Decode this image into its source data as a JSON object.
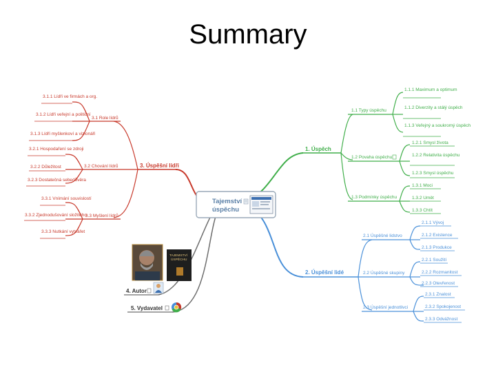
{
  "slide": {
    "title": "Summary"
  },
  "center": {
    "line1": "Tajemství",
    "line2": "úspěchu"
  },
  "colors": {
    "green": "#3fae49",
    "blue": "#4a90d9",
    "red": "#c8392b",
    "gray": "#6d6d6d",
    "center_border": "#9aa9b8"
  },
  "nodes": {
    "success": "1. Úspěch",
    "types": "1.1 Typy úspěchu",
    "maximum": "1.1.1 Maximum a optimum",
    "diversity": "1.1.2 Diverzity a stálý úspěch",
    "public": "1.1.3 Veřejný a soukromý úspěch",
    "nature": "1.2 Povaha úspěchu",
    "essence": "1.2.1 Smysl života",
    "relativity": "1.2.2 Relativita úspěchu",
    "meaning": "1.2.3 Smysl úspěchu",
    "conditions": "1.3 Podmínky úspěchu",
    "power": "1.3.1 Moci",
    "skill": "1.3.2 Umět",
    "want": "1.3.3 Chtít",
    "people": "2. Úspěšní lidé",
    "society": "2.1 Úspěšné lidstvo",
    "growth": "2.1.1 Vývoj",
    "existence": "2.1.2 Existence",
    "production": "2.1.3 Produkce",
    "groups": "2.2 Úspěšné skupiny",
    "cohesion": "2.2.1 Soužití",
    "diversity2": "2.2.2 Rozmanitost",
    "openness": "2.2.3 Otevřenost",
    "individuals": "2.3 Úspěšní jednotlivci",
    "knowledge": "2.3.1 Znalost",
    "satisfaction": "2.3.2 Spokojenost",
    "responsibility": "2.3.3 Odvážnost",
    "leaders": "3. Úspěšní lídři",
    "role": "3.1 Role lídrů",
    "firm": "3.1.1 Lídři ve firmách a org.",
    "publicsphere": "3.1.2 Lídři veřejní a političní",
    "visionary": "3.1.3 Lídři myšlenkoví a vizionáři",
    "behavior": "3.2 Chování lídrů",
    "economy": "3.2.1 Hospodaření se zdroji",
    "trust": "3.2.2 Důležitost",
    "sufficiency": "3.2.3 Dostatečná sebedůvěra",
    "thinking": "3.3 Myšlení lídrů",
    "perception": "3.3.1 Vnímání souvislostí",
    "simplification": "3.3.2 Zjednodušování složitého",
    "necessity": "3.3.3 Nutkání vytvářet",
    "author": "4. Autor",
    "publisher": "5. Vydavatel"
  },
  "book": {
    "line1": "TAJEMSTVÍ",
    "line2": "ÚSPĚCHU"
  },
  "icons": {
    "note": "note-icon",
    "thumbnail": "thumbnail-icon",
    "person": "person-icon",
    "browser": "browser-icon",
    "portrait": "author-portrait",
    "cover": "book-cover"
  }
}
